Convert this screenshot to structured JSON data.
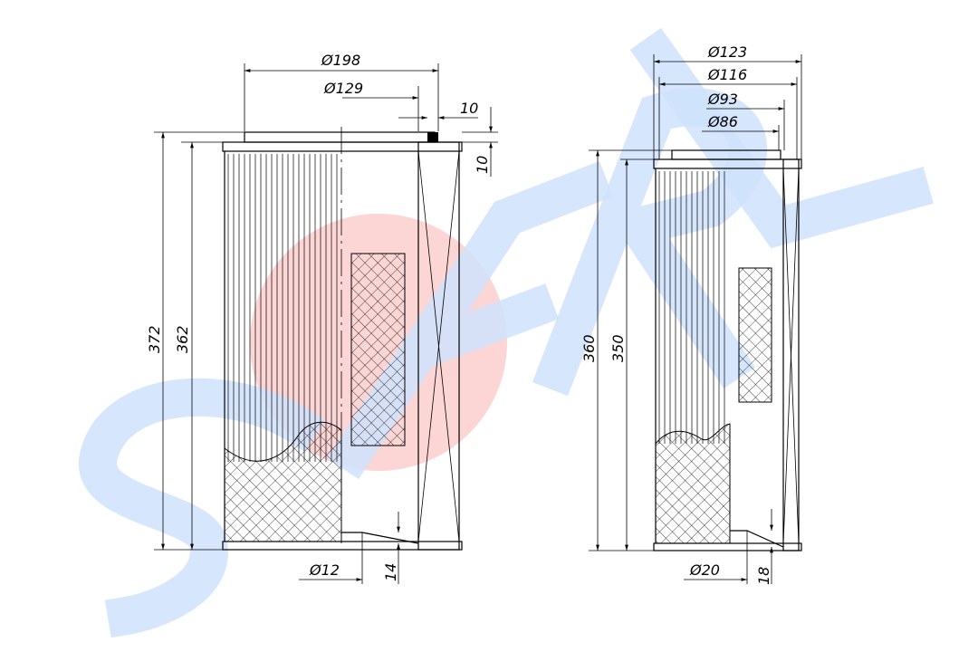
{
  "watermark": {
    "text": "SFRL",
    "blue": "#cfe2fb",
    "red": "#fbcaca"
  },
  "left_filter": {
    "outer_diameter": "Ø198",
    "inner_diameter": "Ø129",
    "gasket_width": "10",
    "gasket_height": "10",
    "total_height": "372",
    "body_height": "362",
    "drain_diameter": "Ø12",
    "drain_offset": "14"
  },
  "right_filter": {
    "outer_diameter": "Ø123",
    "cap_diameter": "Ø116",
    "gasket_outer": "Ø93",
    "gasket_inner": "Ø86",
    "total_height": "360",
    "body_height": "350",
    "drain_diameter": "Ø20",
    "drain_offset": "18"
  }
}
